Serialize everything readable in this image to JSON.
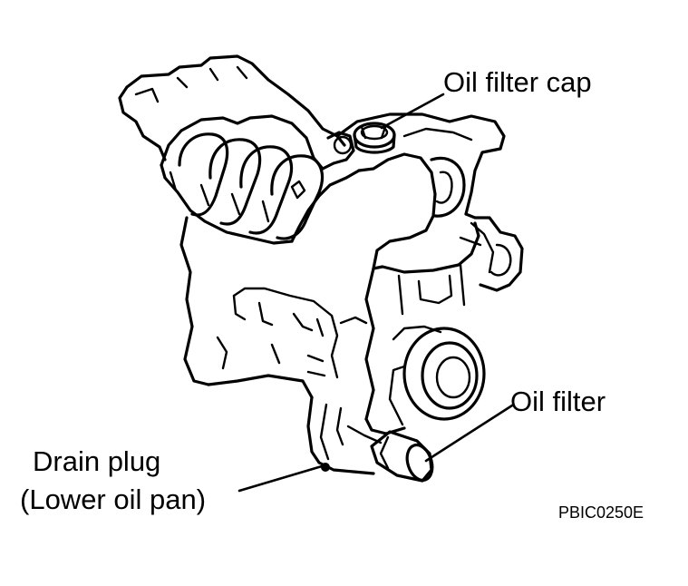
{
  "labels": {
    "oil_filter_cap": "Oil filter cap",
    "oil_filter": "Oil filter",
    "drain_plug_line1": "Drain plug",
    "drain_plug_line2": "(Lower oil pan)"
  },
  "figure_code": "PBIC0250E"
}
